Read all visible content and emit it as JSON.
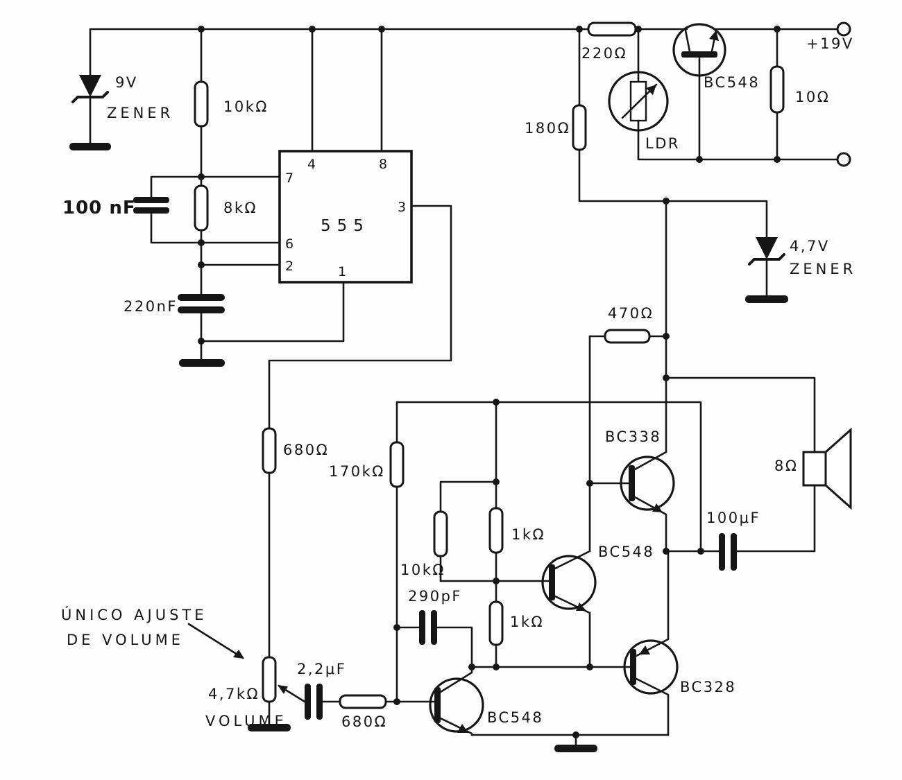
{
  "labels": {
    "supply": "+19V",
    "r220": "220Ω",
    "q_top": "BC548",
    "r10": "10Ω",
    "r180": "180Ω",
    "ldr": "LDR",
    "dz9_value": "9V",
    "dz9_type": "ZENER",
    "r10k_top": "10kΩ",
    "c100nf": "100 nF",
    "r8k": "8kΩ",
    "ic555": "555",
    "c220nf": "220nF",
    "dz47_value": "4,7V",
    "dz47_type": "ZENER",
    "r470": "470Ω",
    "r680_mid": "680Ω",
    "r170k": "170kΩ",
    "q_bc338": "BC338",
    "speaker": "8Ω",
    "c100uf": "100μF",
    "r10k_mid": "10kΩ",
    "r1k_upper": "1kΩ",
    "q_bc548_mid": "BC548",
    "c290pf": "290pF",
    "r1k_lower": "1kΩ",
    "q_bc328": "BC328",
    "note_line1": "ÚNICO AJUSTE",
    "note_line2": "DE VOLUME",
    "c22uf": "2,2μF",
    "pot_value": "4,7kΩ",
    "pot_label": "VOLUME",
    "r680_bottom": "680Ω",
    "q_bc548_bottom": "BC548",
    "pin1": "1",
    "pin2": "2",
    "pin3": "3",
    "pin4": "4",
    "pin6": "6",
    "pin7": "7",
    "pin8": "8"
  },
  "colors": {
    "ink": "#161616",
    "background": "#fdfdfd"
  }
}
